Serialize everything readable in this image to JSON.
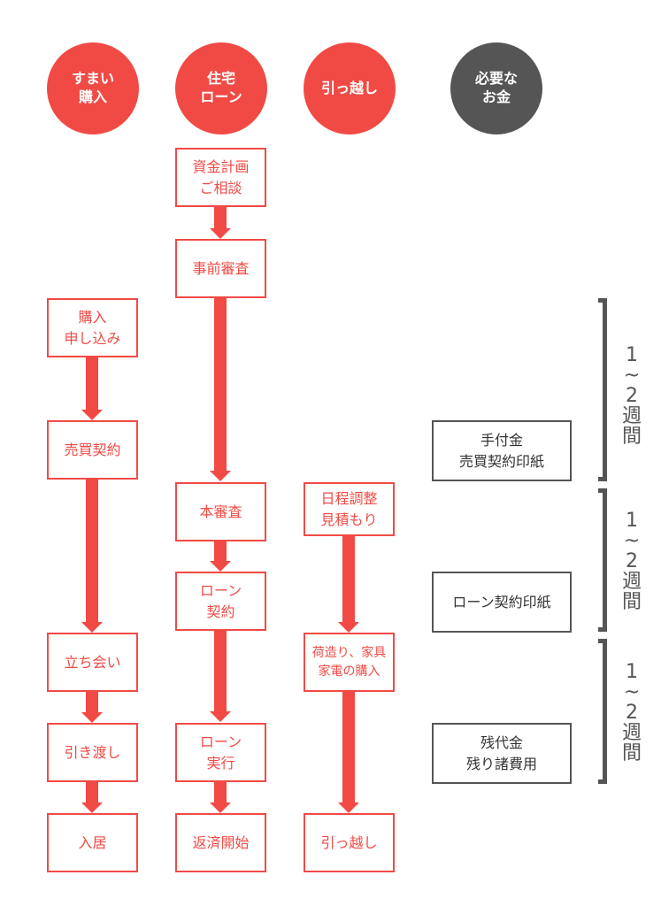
{
  "headers": {
    "housing_purchase": "すまい\n購入",
    "home_loan": "住宅\nローン",
    "moving": "引っ越し",
    "required_money": "必要な\nお金"
  },
  "steps": {
    "loan_consultation": "資金計画\nご相談",
    "loan_prescreening": "事前審査",
    "purchase_application": "購入\n申し込み",
    "sales_contract": "売買契約",
    "loan_main_screening": "本審査",
    "moving_schedule": "日程調整\n見積もり",
    "loan_contract": "ローン\n契約",
    "inspection": "立ち会い",
    "packing_furniture": "荷造り、家具\n家電の購入",
    "handover": "引き渡し",
    "loan_execution": "ローン\n実行",
    "move_in": "入居",
    "repayment_start": "返済開始",
    "moving_day": "引っ越し"
  },
  "money": {
    "deposit": "手付金\n売買契約印紙",
    "loan_stamp": "ローン契約印紙",
    "balance": "残代金\n残り諸費用"
  },
  "periods": {
    "first": "1\n~\n2\n週\n間",
    "second": "1\n~\n2\n週\n間",
    "third": "1\n~\n2\n週\n間"
  },
  "colors": {
    "accent_red": "#f14a45",
    "dark_gray": "#555555",
    "text_dark": "#333333"
  }
}
